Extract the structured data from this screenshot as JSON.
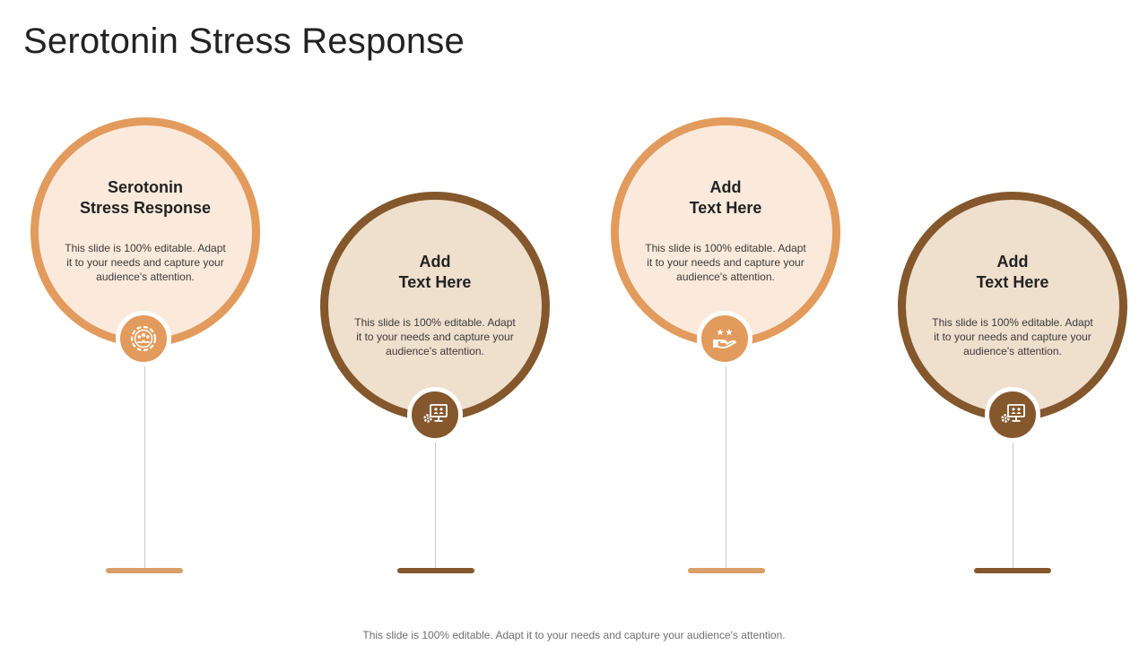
{
  "slide": {
    "title": "Serotonin Stress Response",
    "footer": "This slide is 100% editable. Adapt it to your needs and capture your audience's attention."
  },
  "colors": {
    "light_ring": "#e29b5c",
    "light_fill": "#fbeadc",
    "dark_ring": "#84572c",
    "dark_fill": "#efdfcd"
  },
  "cards": [
    {
      "heading": "Serotonin\nStress Response",
      "body": "This slide is 100% editable. Adapt it to your needs and capture your audience's attention.",
      "icon": "team-gear-icon",
      "tone": "light"
    },
    {
      "heading": "Add\nText Here",
      "body": "This slide is 100% editable. Adapt it to your needs and capture your audience's attention.",
      "icon": "monitor-gear-icon",
      "tone": "dark"
    },
    {
      "heading": "Add\nText Here",
      "body": "This slide is 100% editable. Adapt it to your needs and capture your audience's attention.",
      "icon": "hand-stars-icon",
      "tone": "light"
    },
    {
      "heading": "Add\nText Here",
      "body": "This slide is 100% editable. Adapt it to your needs and capture your audience's attention.",
      "icon": "monitor-gear-icon",
      "tone": "dark"
    }
  ]
}
